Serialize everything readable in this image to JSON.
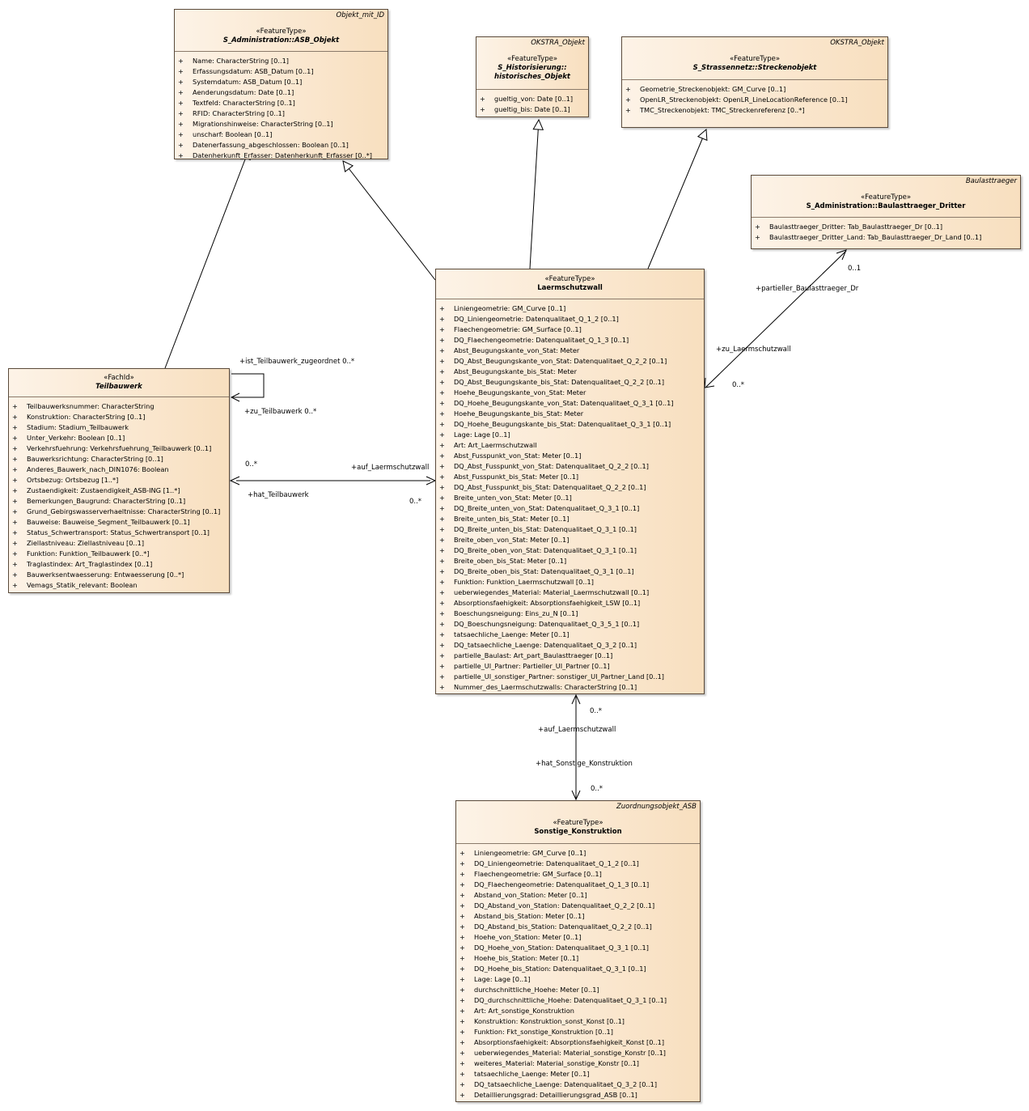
{
  "classes": {
    "asb_objekt": {
      "parent": "Objekt_mit_ID",
      "stereotype": "«FeatureType»",
      "name": "S_Administration::ASB_Objekt",
      "attributes": [
        "Name: CharacterString [0..1]",
        "Erfassungsdatum: ASB_Datum [0..1]",
        "Systemdatum: ASB_Datum [0..1]",
        "Aenderungsdatum: Date [0..1]",
        "Textfeld: CharacterString [0..1]",
        "RFID: CharacterString [0..1]",
        "Migrationshinweise: CharacterString [0..1]",
        "unscharf: Boolean [0..1]",
        "Datenerfassung_abgeschlossen: Boolean [0..1]",
        "Datenherkunft_Erfasser: Datenherkunft_Erfasser [0..*]"
      ]
    },
    "historisches_objekt": {
      "parent": "OKSTRA_Objekt",
      "stereotype": "«FeatureType»",
      "name": "S_Historisierung::",
      "name2": "historisches_Objekt",
      "attributes": [
        "gueltig_von: Date [0..1]",
        "gueltig_bis: Date [0..1]"
      ]
    },
    "streckenobjekt": {
      "parent": "OKSTRA_Objekt",
      "stereotype": "«FeatureType»",
      "name": "S_Strassennetz::Streckenobjekt",
      "attributes": [
        "Geometrie_Streckenobjekt: GM_Curve [0..1]",
        "OpenLR_Streckenobjekt: OpenLR_LineLocationReference [0..1]",
        "TMC_Streckenobjekt: TMC_Streckenreferenz [0..*]"
      ]
    },
    "baulasttraeger_dritter": {
      "parent": "Baulasttraeger",
      "stereotype": "«FeatureType»",
      "name": "S_Administration::Baulasttraeger_Dritter",
      "attributes": [
        "Baulasttraeger_Dritter: Tab_Baulasttraeger_Dr [0..1]",
        "Baulasttraeger_Dritter_Land: Tab_Baulasttraeger_Dr_Land [0..1]"
      ]
    },
    "teilbauwerk": {
      "stereotype": "«FachId»",
      "name": "Teilbauwerk",
      "attributes": [
        "Teilbauwerksnummer: CharacterString",
        "Konstruktion: CharacterString [0..1]",
        "Stadium: Stadium_Teilbauwerk",
        "Unter_Verkehr: Boolean [0..1]",
        "Verkehrsfuehrung: Verkehrsfuehrung_Teilbauwerk [0..1]",
        "Bauwerksrichtung: CharacterString [0..1]",
        "Anderes_Bauwerk_nach_DIN1076: Boolean",
        "Ortsbezug: Ortsbezug [1..*]",
        "Zustaendigkeit: Zustaendigkeit_ASB-ING [1..*]",
        "Bemerkungen_Baugrund: CharacterString [0..1]",
        "Grund_Gebirgswasserverhaeltnisse: CharacterString [0..1]",
        "Bauweise: Bauweise_Segment_Teilbauwerk [0..1]",
        "Status_Schwertransport: Status_Schwertransport [0..1]",
        "Ziellastniveau: Ziellastniveau [0..1]",
        "Funktion: Funktion_Teilbauwerk [0..*]",
        "Traglastindex: Art_Traglastindex [0..1]",
        "Bauwerksentwaesserung: Entwaesserung [0..*]",
        "Vemags_Statik_relevant: Boolean"
      ]
    },
    "laermschutzwall": {
      "stereotype": "«FeatureType»",
      "name": "Laermschutzwall",
      "attributes": [
        "Liniengeometrie: GM_Curve [0..1]",
        "DQ_Liniengeometrie: Datenqualitaet_Q_1_2 [0..1]",
        "Flaechengeometrie: GM_Surface [0..1]",
        "DQ_Flaechengeometrie: Datenqualitaet_Q_1_3 [0..1]",
        "Abst_Beugungskante_von_Stat: Meter",
        "DQ_Abst_Beugungskante_von_Stat: Datenqualitaet_Q_2_2 [0..1]",
        "Abst_Beugungskante_bis_Stat: Meter",
        "DQ_Abst_Beugungskante_bis_Stat: Datenqualitaet_Q_2_2 [0..1]",
        "Hoehe_Beugungskante_von_Stat: Meter",
        "DQ_Hoehe_Beugungskante_von_Stat: Datenqualitaet_Q_3_1 [0..1]",
        "Hoehe_Beugungskante_bis_Stat: Meter",
        "DQ_Hoehe_Beugungskante_bis_Stat: Datenqualitaet_Q_3_1 [0..1]",
        "Lage: Lage [0..1]",
        "Art: Art_Laermschutzwall",
        "Abst_Fusspunkt_von_Stat: Meter [0..1]",
        "DQ_Abst_Fusspunkt_von_Stat: Datenqualitaet_Q_2_2 [0..1]",
        "Abst_Fusspunkt_bis_Stat: Meter [0..1]",
        "DQ_Abst_Fusspunkt_bis_Stat: Datenqualitaet_Q_2_2 [0..1]",
        "Breite_unten_von_Stat: Meter [0..1]",
        "DQ_Breite_unten_von_Stat: Datenqualitaet_Q_3_1 [0..1]",
        "Breite_unten_bis_Stat: Meter [0..1]",
        "DQ_Breite_unten_bis_Stat: Datenqualitaet_Q_3_1 [0..1]",
        "Breite_oben_von_Stat: Meter [0..1]",
        "DQ_Breite_oben_von_Stat: Datenqualitaet_Q_3_1 [0..1]",
        "Breite_oben_bis_Stat: Meter [0..1]",
        "DQ_Breite_oben_bis_Stat: Datenqualitaet_Q_3_1 [0..1]",
        "Funktion: Funktion_Laermschutzwall [0..1]",
        "ueberwiegendes_Material: Material_Laermschutzwall [0..1]",
        "Absorptionsfaehigkeit: Absorptionsfaehigkeit_LSW [0..1]",
        "Boeschungsneigung: Eins_zu_N [0..1]",
        "DQ_Boeschungsneigung: Datenqualitaet_Q_3_5_1 [0..1]",
        "tatsaechliche_Laenge: Meter [0..1]",
        "DQ_tatsaechliche_Laenge: Datenqualitaet_Q_3_2 [0..1]",
        "partielle_Baulast: Art_part_Baulasttraeger [0..1]",
        "partielle_UI_Partner: Partieller_UI_Partner [0..1]",
        "partielle_UI_sonstiger_Partner: sonstiger_UI_Partner_Land [0..1]",
        "Nummer_des_Laermschutzwalls: CharacterString [0..1]"
      ]
    },
    "sonstige_konstruktion": {
      "parent": "Zuordnungsobjekt_ASB",
      "stereotype": "«FeatureType»",
      "name": "Sonstige_Konstruktion",
      "attributes": [
        "Liniengeometrie: GM_Curve [0..1]",
        "DQ_Liniengeometrie: Datenqualitaet_Q_1_2 [0..1]",
        "Flaechengeometrie: GM_Surface [0..1]",
        "DQ_Flaechengeometrie: Datenqualitaet_Q_1_3 [0..1]",
        "Abstand_von_Station: Meter [0..1]",
        "DQ_Abstand_von_Station: Datenqualitaet_Q_2_2 [0..1]",
        "Abstand_bis_Station: Meter [0..1]",
        "DQ_Abstand_bis_Station: Datenqualitaet_Q_2_2 [0..1]",
        "Hoehe_von_Station: Meter [0..1]",
        "DQ_Hoehe_von_Station: Datenqualitaet_Q_3_1 [0..1]",
        "Hoehe_bis_Station: Meter [0..1]",
        "DQ_Hoehe_bis_Station: Datenqualitaet_Q_3_1 [0..1]",
        "Lage: Lage [0..1]",
        "durchschnittliche_Hoehe: Meter [0..1]",
        "DQ_durchschnittliche_Hoehe: Datenqualitaet_Q_3_1 [0..1]",
        "Art: Art_sonstige_Konstruktion",
        "Konstruktion: Konstruktion_sonst_Konst [0..1]",
        "Funktion: Fkt_sonstige_Konstruktion [0..1]",
        "Absorptionsfaehigkeit: Absorptionsfaehigkeit_Konst [0..1]",
        "ueberwiegendes_Material: Material_sonstige_Konstr [0..1]",
        "weiteres_Material: Material_sonstige_Konstr [0..1]",
        "tatsaechliche_Laenge: Meter [0..1]",
        "DQ_tatsaechliche_Laenge: Datenqualitaet_Q_3_2 [0..1]",
        "Detaillierungsgrad: Detaillierungsgrad_ASB [0..1]"
      ]
    }
  },
  "visibility_symbol": "+",
  "labels": {
    "ist_teilbauwerk_zugeordnet": "+ist_Teilbauwerk_zugeordnet 0..*",
    "zu_teilbauwerk": "+zu_Teilbauwerk 0..*",
    "teil_mult_left": "0..*",
    "auf_laermschutzwall_1": "+auf_Laermschutzwall",
    "hat_teilbauwerk": "+hat_Teilbauwerk",
    "lsw_mult_left": "0..*",
    "baulast_mult": "0..1",
    "partieller_baulasttraeger": "+partieller_Baulasttraeger_Dr",
    "zu_laermschutzwall": "+zu_Laermschutzwall",
    "lsw_mult_right": "0..*",
    "lsw_mult_bottom": "0..*",
    "auf_laermschutzwall_2": "+auf_Laermschutzwall",
    "hat_sonstige_konstruktion": "+hat_Sonstige_Konstruktion",
    "sonst_mult": "0..*"
  },
  "colors": {
    "box_light": "#fdf3e7",
    "box_dark": "#f8dfbf",
    "border": "#5a4a3a",
    "line": "#000000"
  }
}
